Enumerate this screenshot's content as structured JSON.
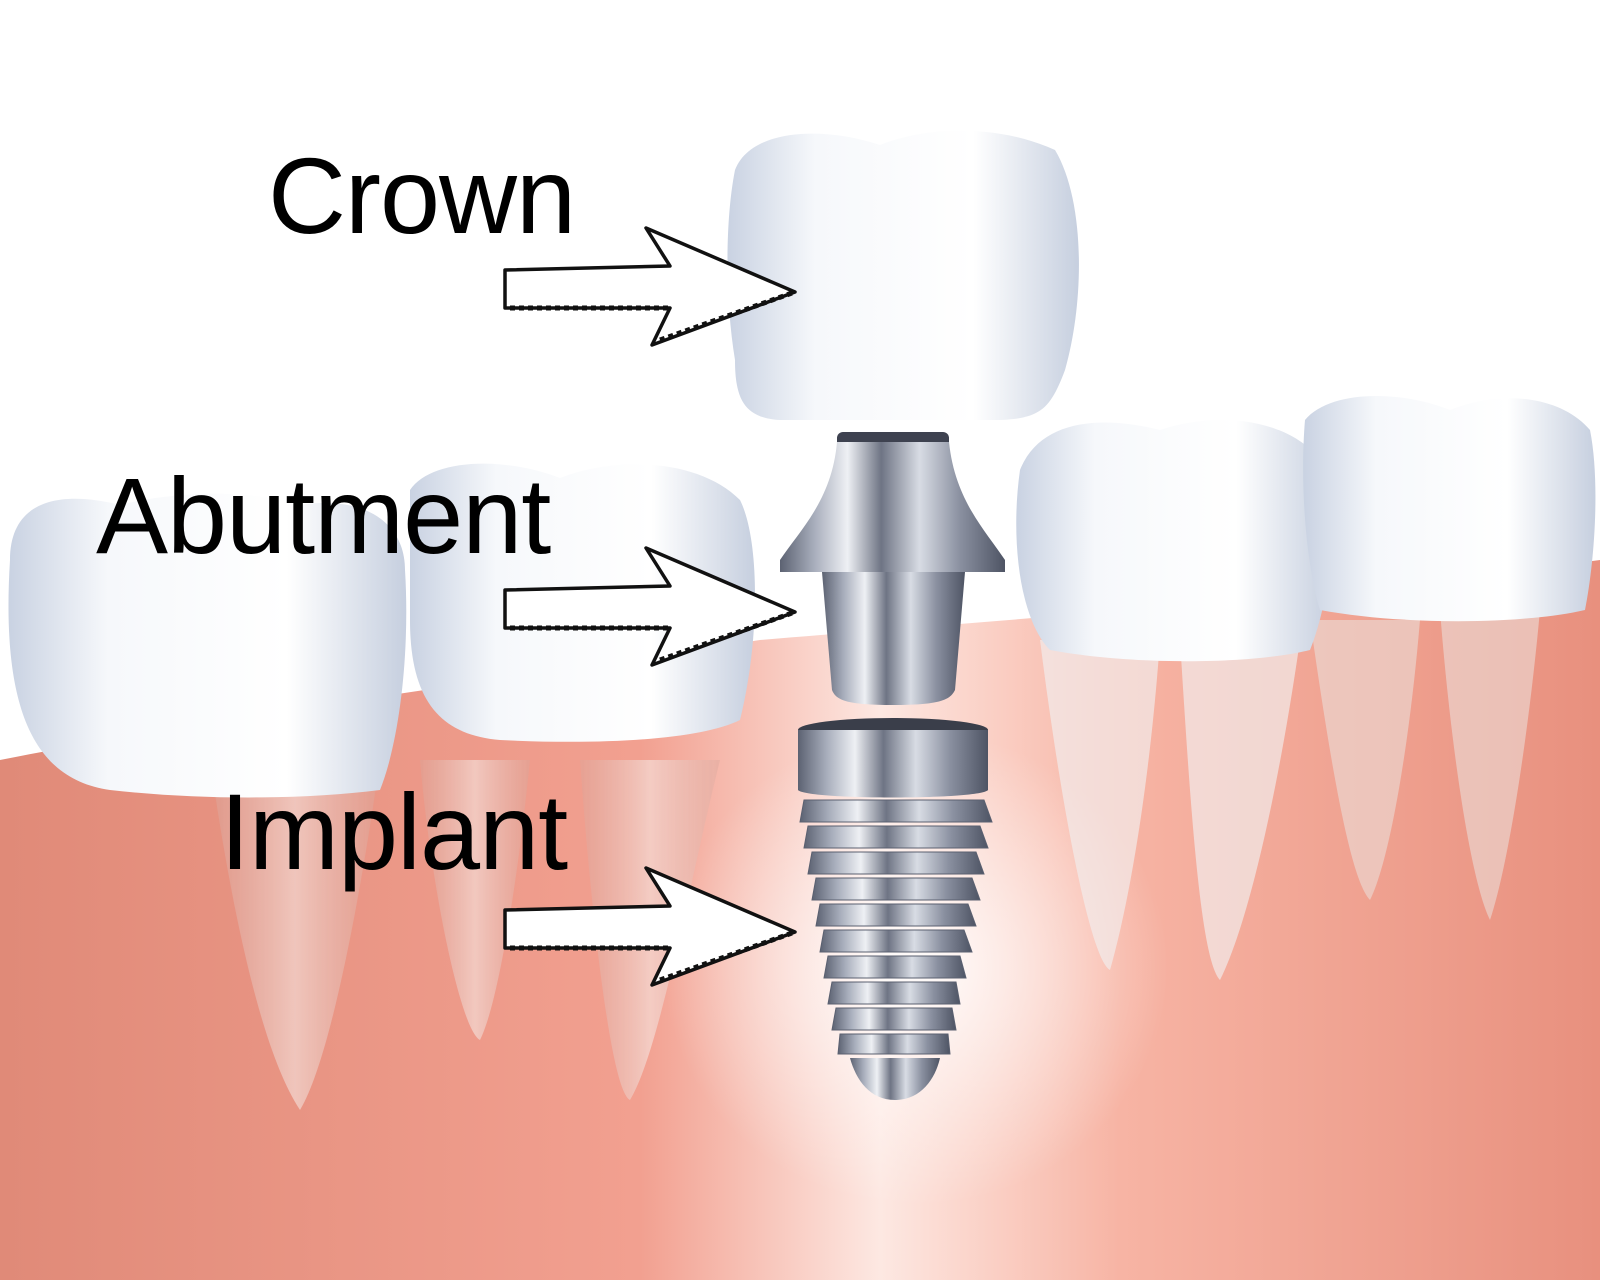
{
  "diagram": {
    "subject": "Dental implant components",
    "labels": [
      {
        "id": "crown",
        "text": "Crown"
      },
      {
        "id": "abutment",
        "text": "Abutment"
      },
      {
        "id": "implant",
        "text": "Implant"
      }
    ],
    "colors": {
      "background": "#ffffff",
      "gum": "#e8907e",
      "gum_light": "#f7b8a8",
      "tooth": "#f4f6fa",
      "tooth_shadow": "#b8c2d4",
      "metal": "#8e96a8",
      "metal_dark": "#4a5060",
      "label_text": "#000000"
    }
  }
}
